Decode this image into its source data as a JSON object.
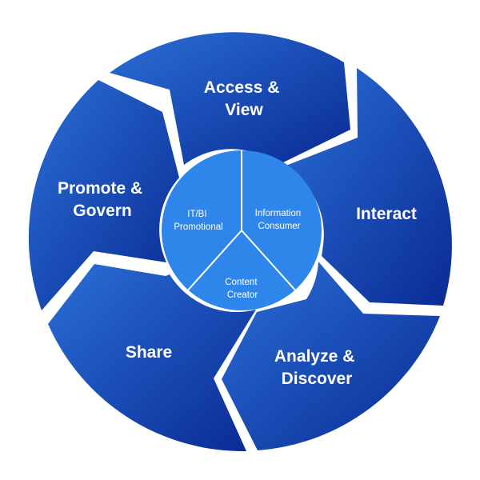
{
  "colors": {
    "background": "#ffffff",
    "segment_light": "#2a6fd6",
    "segment_dark": "#0a2a94",
    "core_fill": "#2f86ea",
    "core_divider": "#ffffff"
  },
  "cycle": {
    "segments": [
      {
        "id": "access-view",
        "line1": "Access &",
        "line2": "View"
      },
      {
        "id": "interact",
        "line1": "Interact",
        "line2": ""
      },
      {
        "id": "analyze-discover",
        "line1": "Analyze &",
        "line2": "Discover"
      },
      {
        "id": "share",
        "line1": "Share",
        "line2": ""
      },
      {
        "id": "promote-govern",
        "line1": "Promote &",
        "line2": "Govern"
      }
    ]
  },
  "core": {
    "sections": [
      {
        "id": "it-bi",
        "line1": "IT/BI",
        "line2": "Promotional"
      },
      {
        "id": "information-consumer",
        "line1": "Information",
        "line2": "Consumer"
      },
      {
        "id": "content-creator",
        "line1": "Content",
        "line2": "Creator"
      }
    ]
  }
}
